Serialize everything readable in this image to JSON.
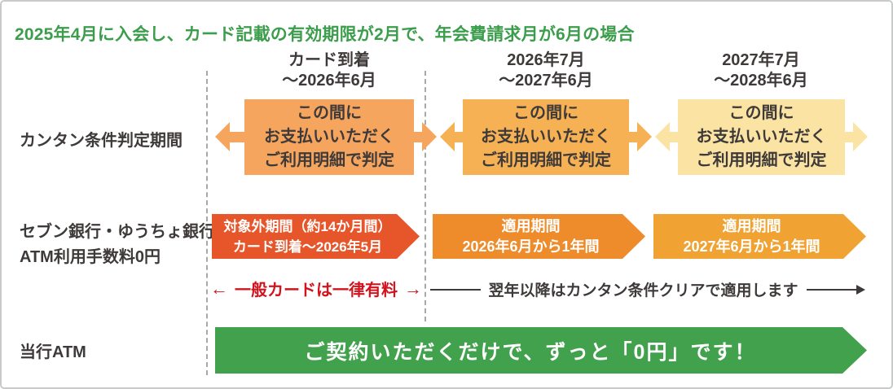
{
  "title": "2025年4月に入会し、カード記載の有効期限が2月で、年会費請求月が6月の場合",
  "colors": {
    "green-title": "#3c9d4c",
    "text-dark": "#3e3a39",
    "jbox1": "#f6a55f",
    "jbox2": "#f6b154",
    "jbox3": "#fae3a3",
    "ban1": "#e7562b",
    "ban2": "#ee8b2b",
    "ban3": "#f0a233",
    "red": "#d2121d",
    "green-banner": "#42a14c",
    "divider": "#a8a8a8"
  },
  "columns": [
    {
      "line1": "カード到着",
      "line2": "～2026年6月"
    },
    {
      "line1": "2026年7月",
      "line2": "～2027年6月"
    },
    {
      "line1": "2027年7月",
      "line2": "～2028年6月"
    }
  ],
  "rows": {
    "judgment": {
      "label": "カンタン条件判定期間",
      "boxes": [
        {
          "line1": "この間に",
          "line2": "お支払いいただく",
          "line3": "ご利用明細で判定"
        },
        {
          "line1": "この間に",
          "line2": "お支払いいただく",
          "line3": "ご利用明細で判定"
        },
        {
          "line1": "この間に",
          "line2": "お支払いいただく",
          "line3": "ご利用明細で判定"
        }
      ]
    },
    "atm_fee": {
      "label_line1": "セブン銀行・ゆうちょ銀行",
      "label_line2": "ATM利用手数料0円",
      "banners": [
        {
          "line1": "対象外期間（約14か月間）",
          "line2": "カード到着～2026年5月"
        },
        {
          "line1": "適用期間",
          "line2": "2026年6月から1年間"
        },
        {
          "line1": "適用期間",
          "line2": "2027年6月から1年間"
        }
      ],
      "note_excluded": {
        "left_arrow": "←",
        "text": "一般カードは一律有料",
        "right_arrow": "→"
      },
      "note_applied": "翌年以降はカンタン条件クリアで適用します"
    },
    "own_atm": {
      "label": "当行ATM",
      "banner": "ご契約いただくだけで、ずっと「0円」です！"
    }
  }
}
